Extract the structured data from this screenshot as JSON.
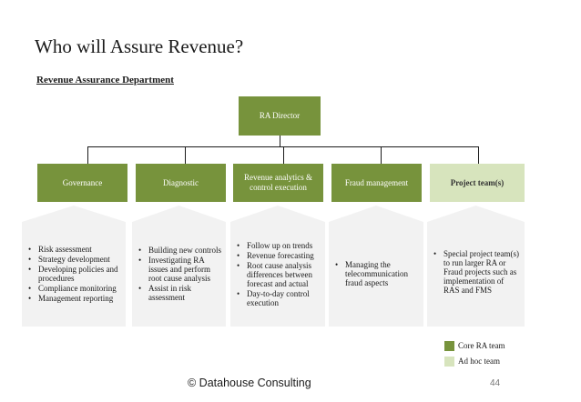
{
  "title": "Who will Assure Revenue?",
  "subtitle": "Revenue Assurance Department",
  "director": "RA Director",
  "units": [
    {
      "label": "Governance",
      "type": "core",
      "bullets": [
        "Risk assessment",
        "Strategy development",
        "Developing policies and procedures",
        "Compliance monitoring",
        "Management reporting"
      ]
    },
    {
      "label": "Diagnostic",
      "type": "core",
      "bullets": [
        "Building new controls",
        "Investigating RA issues and perform root cause analysis",
        "Assist in risk assessment"
      ]
    },
    {
      "label": "Revenue analytics & control execution",
      "type": "core",
      "bullets": [
        "Follow up on trends",
        "Revenue forecasting",
        "Root cause analysis differences between forecast and actual",
        "Day-to-day control execution"
      ]
    },
    {
      "label": "Fraud management",
      "type": "core",
      "bullets": [
        "Managing the telecommunication fraud aspects"
      ]
    },
    {
      "label": "Project team(s)",
      "type": "adhoc",
      "bullets": [
        "Special project team(s) to run larger RA or Fraud projects such as implementation of RAS and FMS"
      ]
    }
  ],
  "legend": {
    "core_label": "Core RA team",
    "adhoc_label": "Ad hoc team"
  },
  "colors": {
    "core": "#77933c",
    "adhoc": "#d7e4bd",
    "panel": "#f2f2f2"
  },
  "footer": "© Datahouse Consulting",
  "page_number": "44"
}
